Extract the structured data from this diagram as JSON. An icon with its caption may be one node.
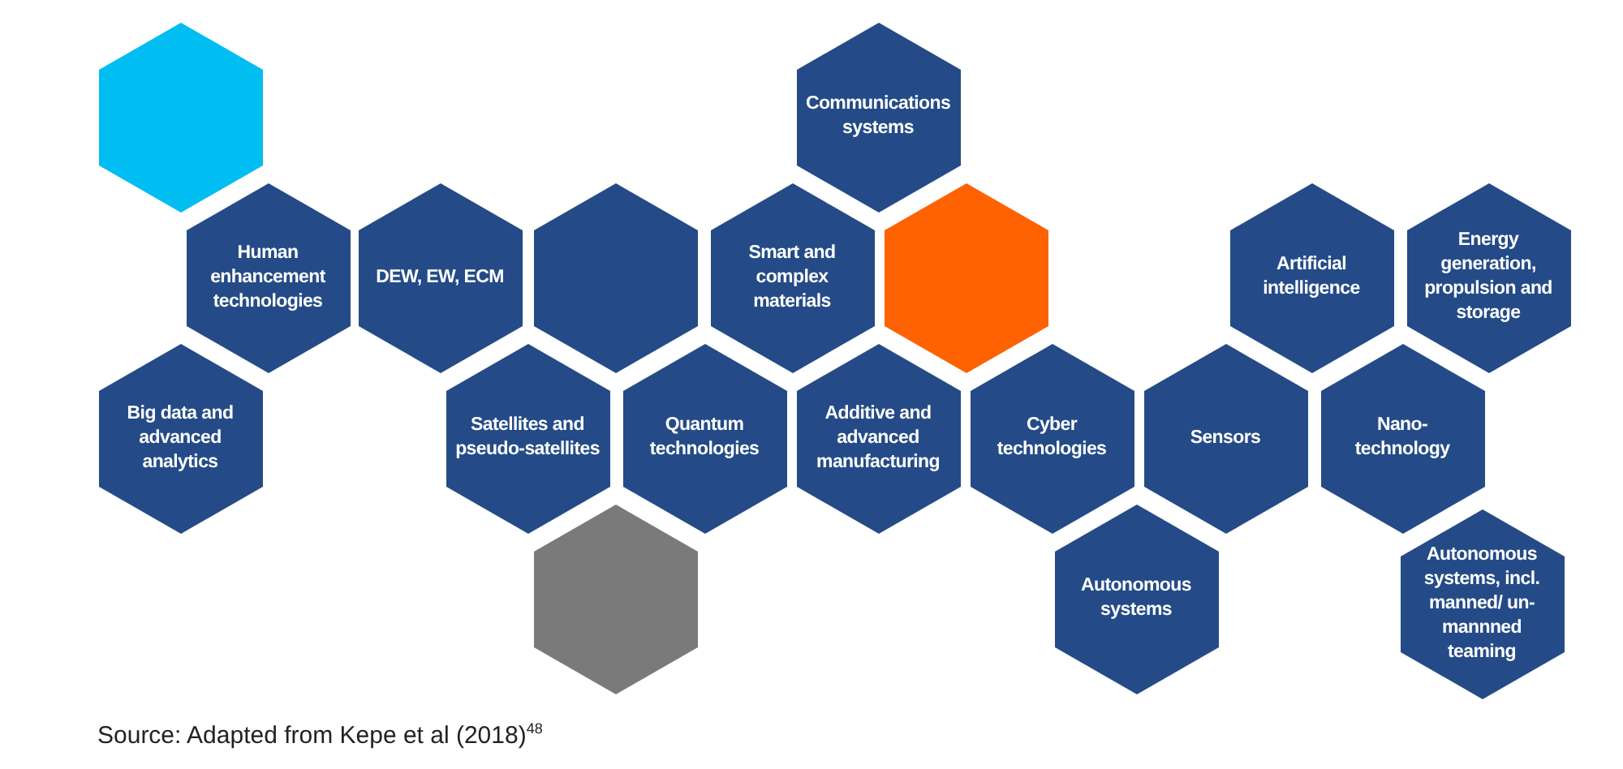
{
  "diagram": {
    "caption": "Source: Adapted from Kepe et al (2018)$^{48}$",
    "nodes": [
      {
        "text": [],
        "shape": "hexagon"
      },
      {
        "text": [
          "Communications systems"
        ]
      },
      {
        "text": [
          "Human enhancement technologies"
        ]
      },
      {
        "text": [
          "DEW, EW, ECM"
        ]
      },
      {
        "text": [],
        "shape": "hexagon"
      },
      {
        "text": [
          "Smart and complex materials"
        ]
      },
      {
        "text": [],
        "shape": "hexagon"
      },
      {
        "text": [
          "Artificial intelligence"
        ]
      },
      {
        "text": [
          "Energy generation, propulsion and storage"
        ]
      },
      {
        "text": [
          "Big data and advanced analytics"
        ]
      },
      {
        "text": [
          "Satellites and pseudo-satellites"
        ]
      },
      {
        "text": [
          "Quantum technologies"
        ]
      },
      {
        "text": [
          "Additive and advanced manufacturing"
        ]
      },
      {
        "text": [
          "Cyber technologies"
        ]
      },
      {
        "text": [
          "Sensors"
        ]
      },
      {
        "text": [
          "Nano-technology"
        ]
      },
      {
        "text": [],
        "shape": "hexagon"
      },
      {
        "text": [
          "Autonomous systems"
        ]
      },
      {
        "text": [
          "Autonomous systems, incl. manned/ un-mannned teaming"
        ]
      }
    ]
  }
}
